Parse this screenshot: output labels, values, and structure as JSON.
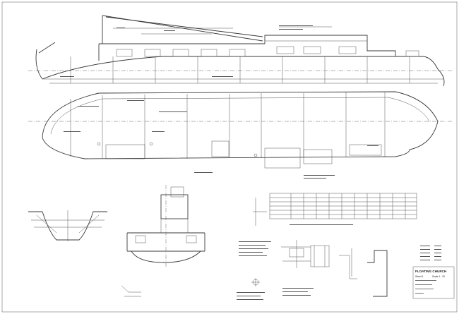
{
  "title_block": {
    "title": "FLOATING CHURCH",
    "sheet": "Sheet 1",
    "scale": "Scale 1 : 20"
  }
}
